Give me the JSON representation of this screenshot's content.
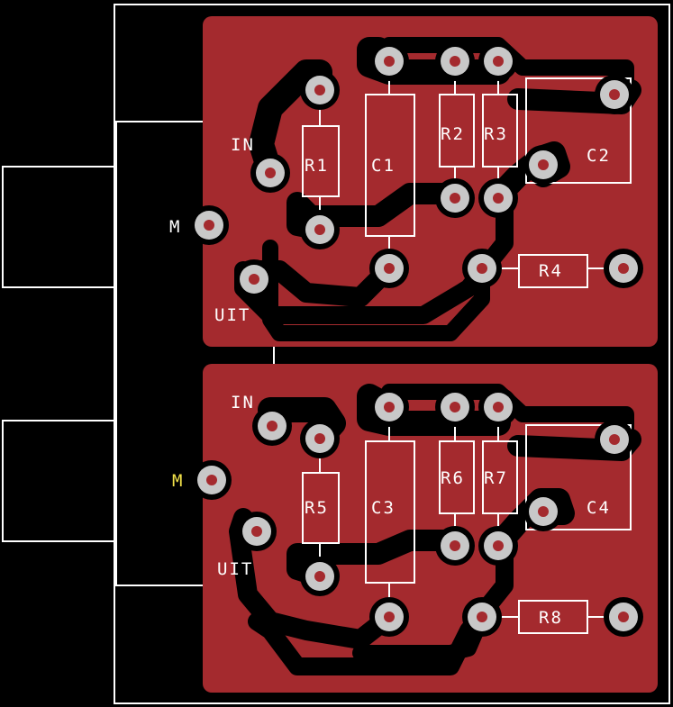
{
  "title": "",
  "colors": {
    "background": "#000000",
    "copper": "#a42a2e",
    "silkscreen": "#ffffff",
    "pad": "#c8c8c8",
    "highlight_label": "#f2e24a"
  },
  "labels": {
    "in_top": "IN",
    "in_bottom": "IN",
    "m_top": "M",
    "m_bottom": "M",
    "uit_top": "UIT",
    "uit_bottom": "UIT",
    "r1": "R1",
    "r2": "R2",
    "r3": "R3",
    "r4": "R4",
    "r5": "R5",
    "r6": "R6",
    "r7": "R7",
    "r8": "R8",
    "c1": "C1",
    "c2": "C2",
    "c3": "C3",
    "c4": "C4"
  }
}
